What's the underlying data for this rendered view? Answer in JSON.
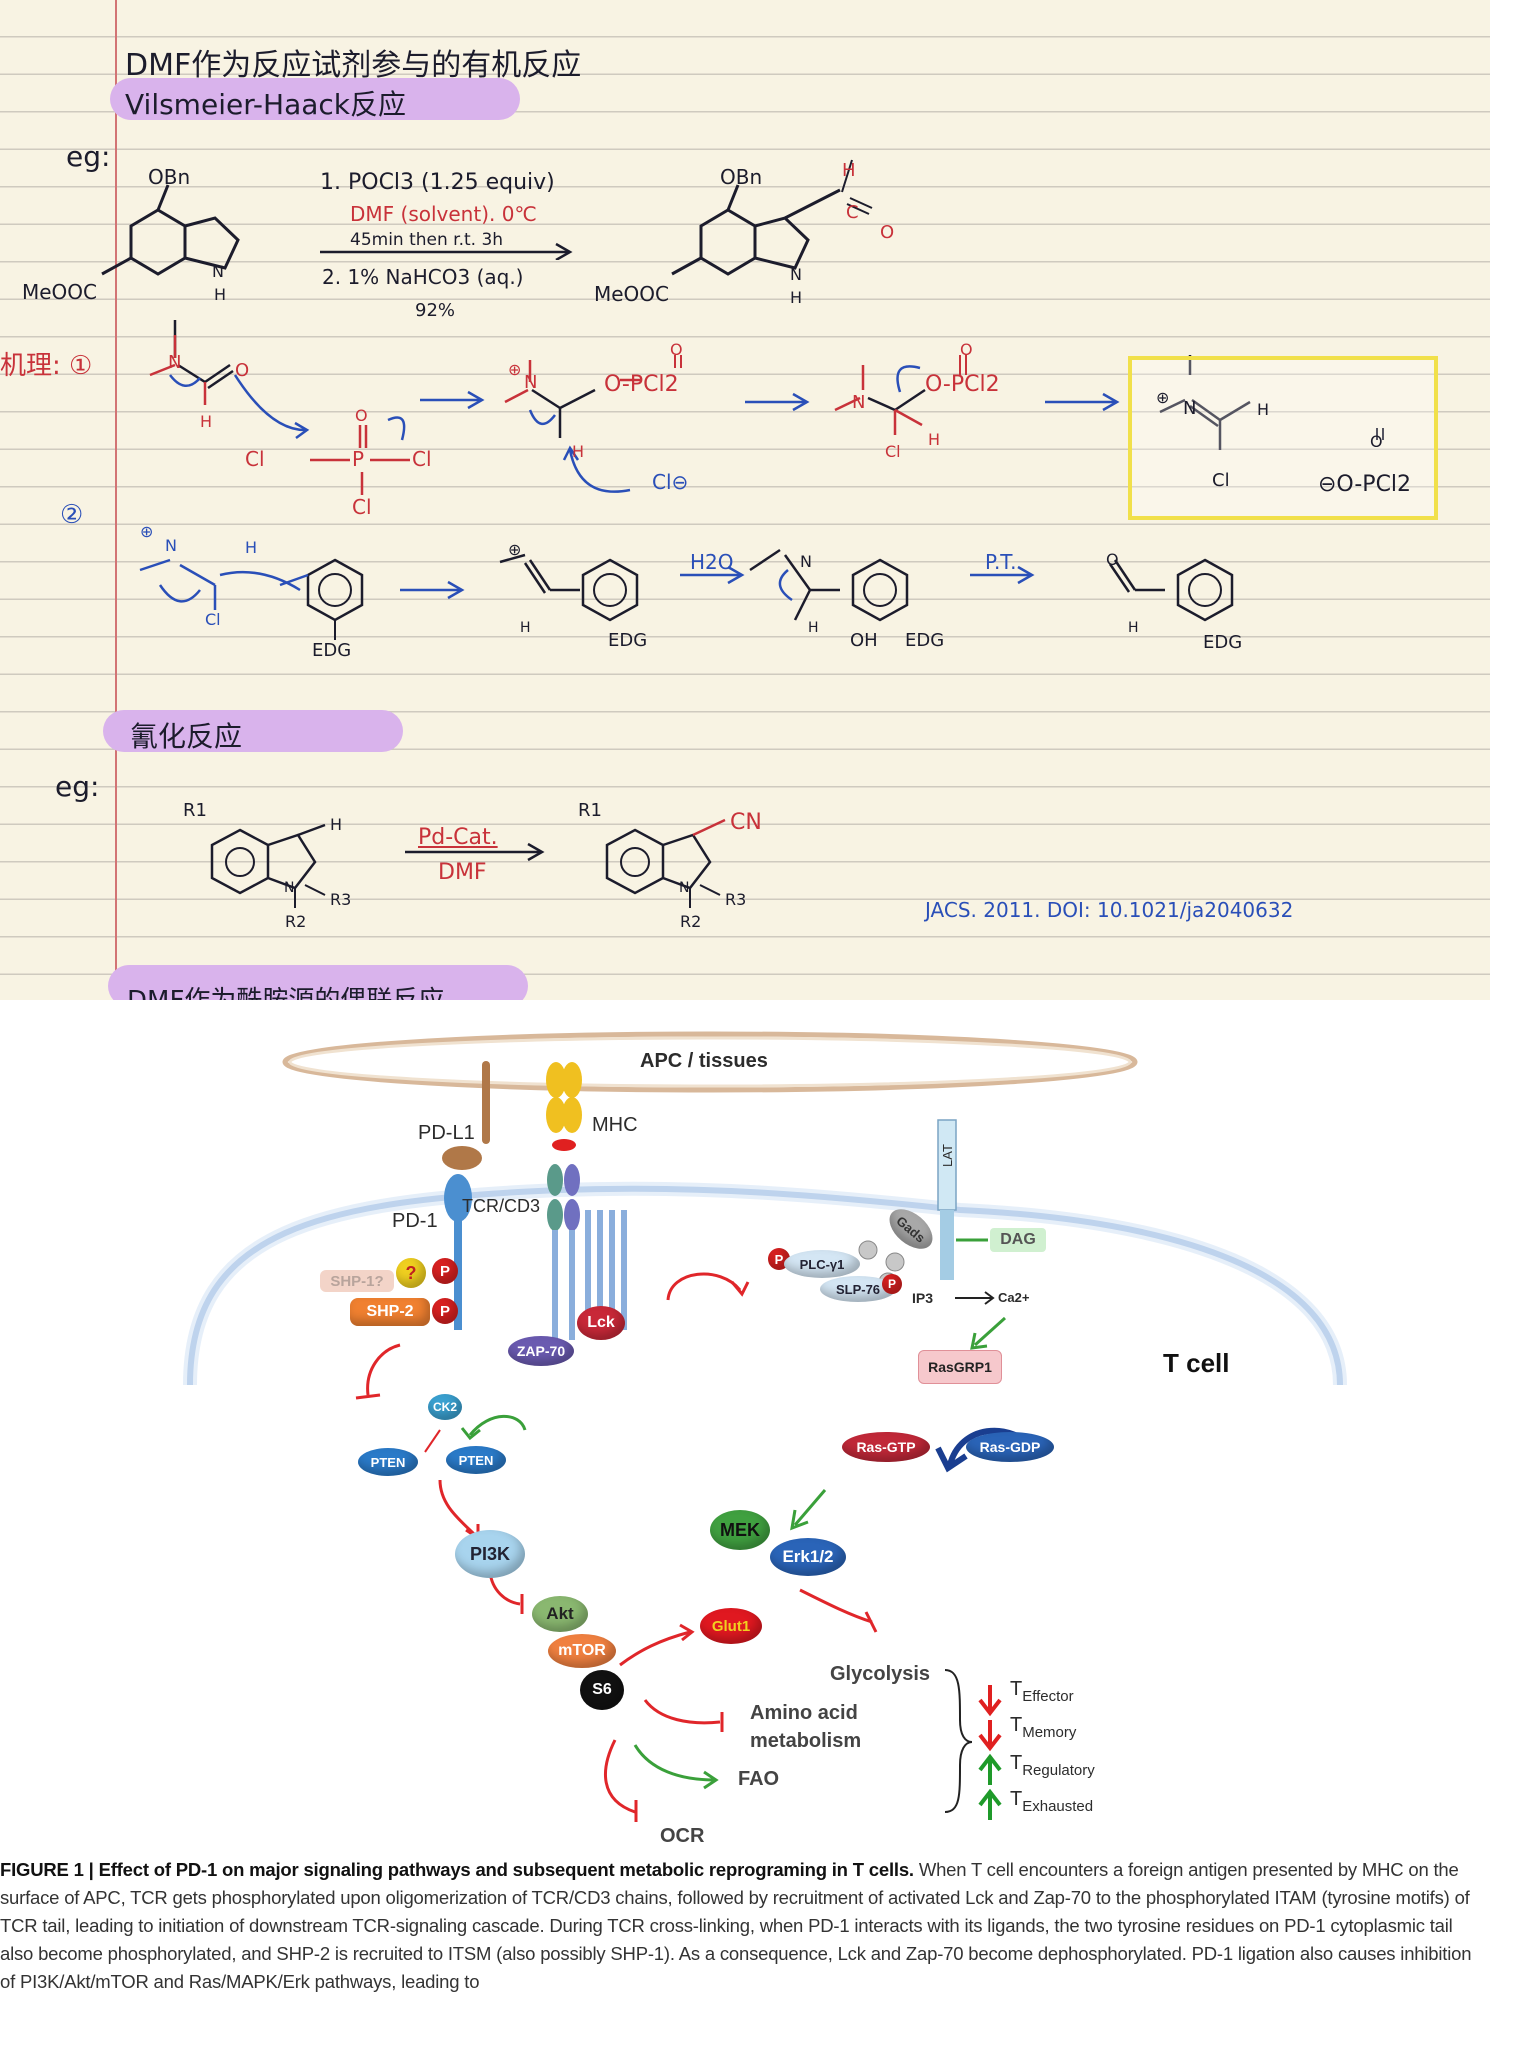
{
  "notes": {
    "title": "DMF作为反应试剂参与的有机反应",
    "vh_section_title": "Vilsmeier-Haack反应",
    "eg_label": "eg:",
    "ex1": {
      "reactant_substituent_top": "OBn",
      "reactant_substituent_left": "MeOOC",
      "nh": "N",
      "h": "H",
      "cond_line1": "1. POCl3 (1.25 equiv)",
      "cond_line2": "DMF (solvent). 0℃",
      "cond_line3": "45min then r.t. 3h",
      "cond_line4": "2. 1% NaHCO3 (aq.)",
      "yield": "92%",
      "product_substituent_top": "OBn",
      "product_substituent_left": "MeOOC",
      "product_cho_h": "H",
      "product_cho_c": "C",
      "product_cho_o": "O"
    },
    "mechanism_label": "机理: ①",
    "step2_label": "②",
    "mech": {
      "n": "N",
      "o": "O",
      "h": "H",
      "cl": "Cl",
      "p": "P",
      "plus": "⊕",
      "opcl2": "O-PCl2",
      "cl_minus": "Cl⊖",
      "o_pcl2_anion": "⊖O-PCl2",
      "edg": "EDG",
      "h2o": "H2O",
      "pt": "P.T.",
      "oh": "OH"
    },
    "cyanation_title": "氰化反应",
    "cyan": {
      "eg_label": "eg:",
      "r1": "R1",
      "r2": "R2",
      "r3": "R3",
      "h": "H",
      "n": "N",
      "cond_top": "Pd-Cat.",
      "cond_bottom": "DMF",
      "cn": "CN",
      "reference": "JACS. 2011. DOI: 10.1021/ja2040632"
    },
    "amide_section_title": "DMF作为酰胺源的偶联反应"
  },
  "figure": {
    "apc_label": "APC / tissues",
    "tcell_label": "T cell",
    "pdl1": "PD-L1",
    "mhc": "MHC",
    "pd1": "PD-1",
    "tcr": "TCR/CD3",
    "shp1": "SHP-1?",
    "shp2": "SHP-2",
    "question": "?",
    "p": "P",
    "lck": "Lck",
    "zap70": "ZAP-70",
    "lat": "LAT",
    "gads": "Gads",
    "dag": "DAG",
    "plc": "PLC-γ1",
    "slp76": "SLP-76",
    "ip3": "IP3",
    "ca": "Ca2+",
    "rasgrp1": "RasGRP1",
    "rasgtp": "Ras-GTP",
    "rasgdp": "Ras-GDP",
    "ck2": "CK2",
    "pten": "PTEN",
    "pi3k": "PI3K",
    "mek": "MEK",
    "erk": "Erk1/2",
    "akt": "Akt",
    "mtor": "mTOR",
    "s6": "S6",
    "glut1": "Glut1",
    "glycolysis": "Glycolysis",
    "aa_line1": "Amino acid",
    "aa_line2": "metabolism",
    "fao": "FAO",
    "ocr": "OCR",
    "t_prefix": "T",
    "t_effector": "Effector",
    "t_memory": "Memory",
    "t_regulatory": "Regulatory",
    "t_exhausted": "Exhausted",
    "colors": {
      "membrane": "#9bb8e0",
      "red_arrow": "#e0262a",
      "green_arrow": "#3aa03a",
      "down_arrow": "#e02020",
      "up_arrow": "#1f9a2a"
    }
  },
  "caption": {
    "bold": "FIGURE 1 | Effect of PD-1 on major signaling pathways and subsequent metabolic reprograming in T cells.",
    "text": "When T cell encounters a foreign antigen presented by MHC on the surface of APC, TCR gets phosphorylated upon oligomerization of TCR/CD3 chains, followed by recruitment of activated Lck and Zap-70 to the phosphorylated ITAM (tyrosine motifs) of TCR tail, leading to initiation of downstream TCR-signaling cascade. During TCR cross-linking, when PD-1 interacts with its ligands, the two tyrosine residues on PD-1 cytoplasmic tail also become phosphorylated, and SHP-2 is recruited to ITSM (also possibly SHP-1). As a consequence, Lck and Zap-70 become dephosphorylated. PD-1 ligation also causes inhibition of PI3K/Akt/mTOR and Ras/MAPK/Erk pathways, leading to"
  }
}
